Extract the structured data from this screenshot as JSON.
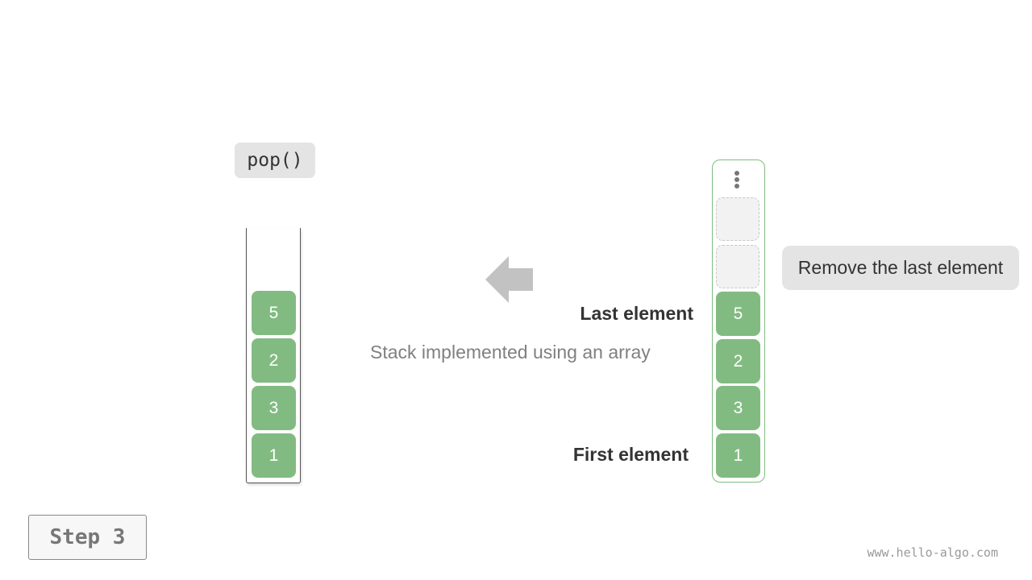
{
  "operation": {
    "label": "pop()"
  },
  "stack": {
    "values_top_to_bottom": [
      "5",
      "2",
      "3",
      "1"
    ]
  },
  "arrow": {
    "icon": "arrow-left-icon",
    "color": "#c2c2c2"
  },
  "caption": "Stack implemented using an array",
  "array": {
    "overflow_icon": "vertical-ellipsis-icon",
    "empty_slots": 2,
    "values_top_to_bottom": [
      "5",
      "2",
      "3",
      "1"
    ],
    "last_label": "Last element",
    "first_label": "First element"
  },
  "note": "Remove the last element",
  "step": "Step 3",
  "watermark": "www.hello-algo.com",
  "colors": {
    "element_fill": "#82bb82",
    "array_border": "#82bb82",
    "label_bg": "#e4e4e4"
  }
}
